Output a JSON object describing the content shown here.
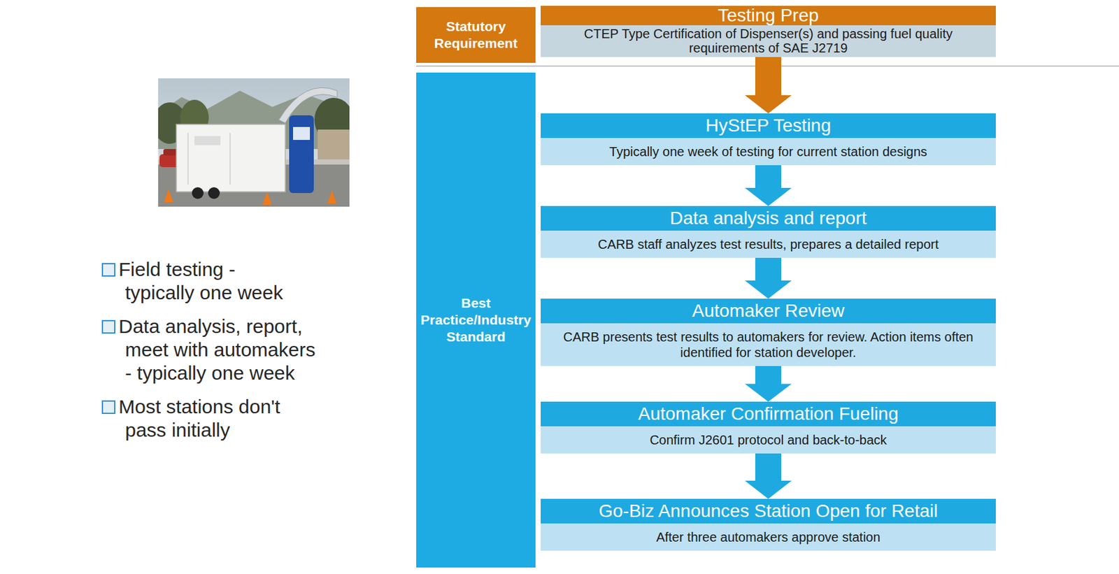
{
  "diagram": {
    "nodes": [
      {
        "text": [
          "Statutory Requirement"
        ]
      },
      {
        "text": [
          "Testing Prep",
          "CTEP Type Certification of Dispenser(s) and passing fuel quality requirements of SAE J2719"
        ]
      },
      {
        "text": [
          "Best Practice/Industry Standard"
        ]
      },
      {
        "text": [
          "HyStEP Testing",
          "Typically one week of testing for current station designs"
        ]
      },
      {
        "text": [
          "Data analysis and report",
          "CARB staff analyzes test results, prepares a detailed report"
        ]
      },
      {
        "text": [
          "Automaker Review",
          "CARB presents test results to automakers for review. Action items often identified for station developer."
        ]
      },
      {
        "text": [
          "Automaker Confirmation Fueling",
          "Confirm J2601 protocol and back-to-back"
        ]
      },
      {
        "text": [
          "Go-Biz Announces Station Open for Retail",
          "After three automakers approve station"
        ]
      }
    ],
    "edges": [
      {
        "from": 1,
        "to": 3,
        "arrow": "to"
      },
      {
        "from": 3,
        "to": 4,
        "arrow": "to"
      },
      {
        "from": 4,
        "to": 5,
        "arrow": "to"
      },
      {
        "from": 5,
        "to": 6,
        "arrow": "to"
      },
      {
        "from": 6,
        "to": 7,
        "arrow": "to"
      }
    ],
    "labels": [
      "Field testing - typically one week",
      "Data analysis, report, meet with automakers - typically one week",
      "Most stations don't pass initially"
    ]
  }
}
